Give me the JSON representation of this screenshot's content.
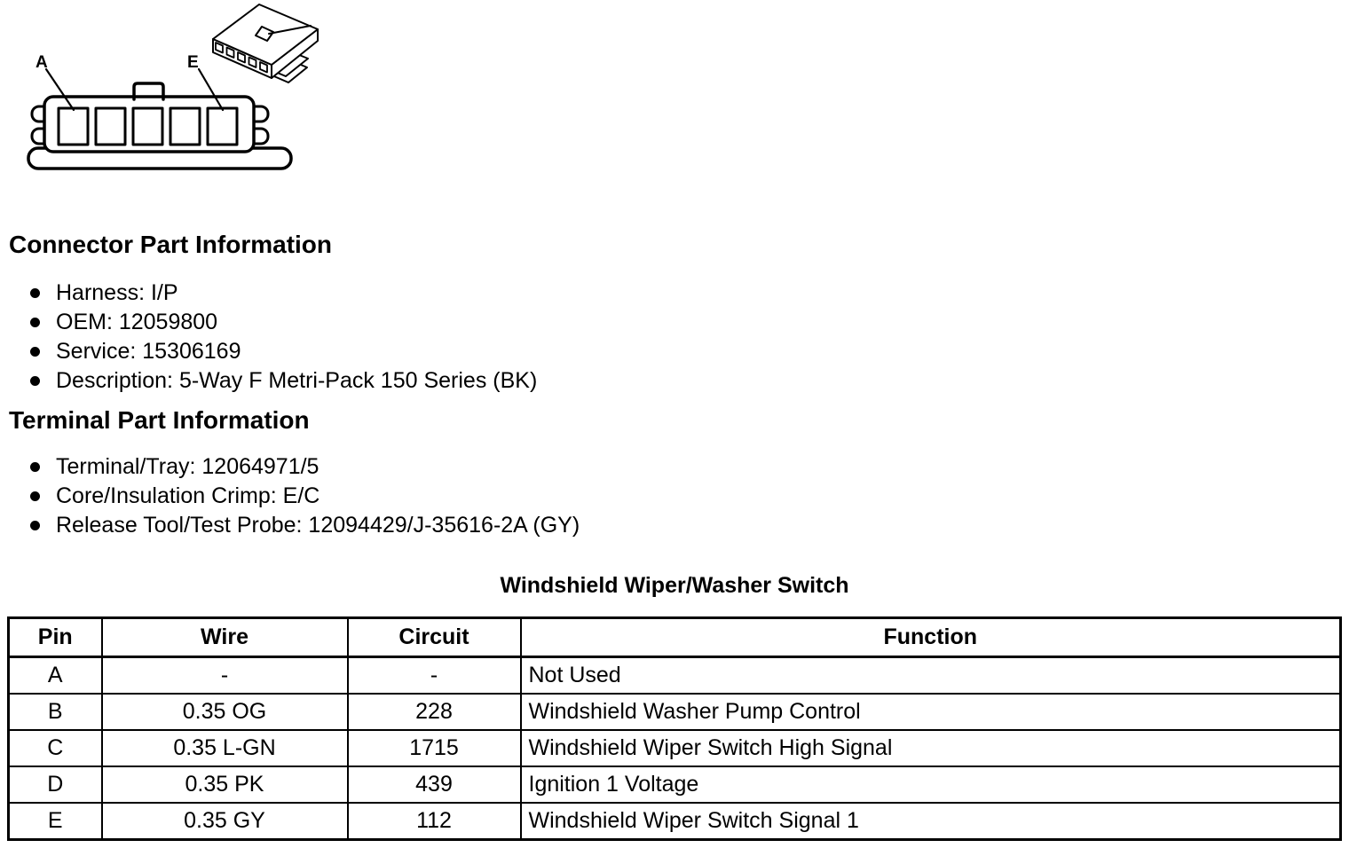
{
  "colors": {
    "ink": "#000000",
    "paper": "#ffffff"
  },
  "diagram": {
    "pin_label_a": "A",
    "pin_label_e": "E"
  },
  "connector_info": {
    "heading": "Connector Part Information",
    "items": [
      "Harness: I/P",
      "OEM: 12059800",
      "Service: 15306169",
      "Description: 5-Way F Metri-Pack 150 Series (BK)"
    ]
  },
  "terminal_info": {
    "heading": "Terminal Part Information",
    "items": [
      "Terminal/Tray: 12064971/5",
      "Core/Insulation Crimp: E/C",
      "Release Tool/Test Probe: 12094429/J-35616-2A (GY)"
    ]
  },
  "table": {
    "title": "Windshield Wiper/Washer Switch",
    "columns": [
      "Pin",
      "Wire",
      "Circuit",
      "Function"
    ],
    "rows": [
      {
        "pin": "A",
        "wire": "-",
        "circuit": "-",
        "function": "Not Used"
      },
      {
        "pin": "B",
        "wire": "0.35 OG",
        "circuit": "228",
        "function": "Windshield Washer Pump Control"
      },
      {
        "pin": "C",
        "wire": "0.35 L-GN",
        "circuit": "1715",
        "function": "Windshield Wiper Switch High Signal"
      },
      {
        "pin": "D",
        "wire": "0.35 PK",
        "circuit": "439",
        "function": "Ignition 1 Voltage"
      },
      {
        "pin": "E",
        "wire": "0.35 GY",
        "circuit": "112",
        "function": "Windshield Wiper Switch Signal 1"
      }
    ]
  }
}
